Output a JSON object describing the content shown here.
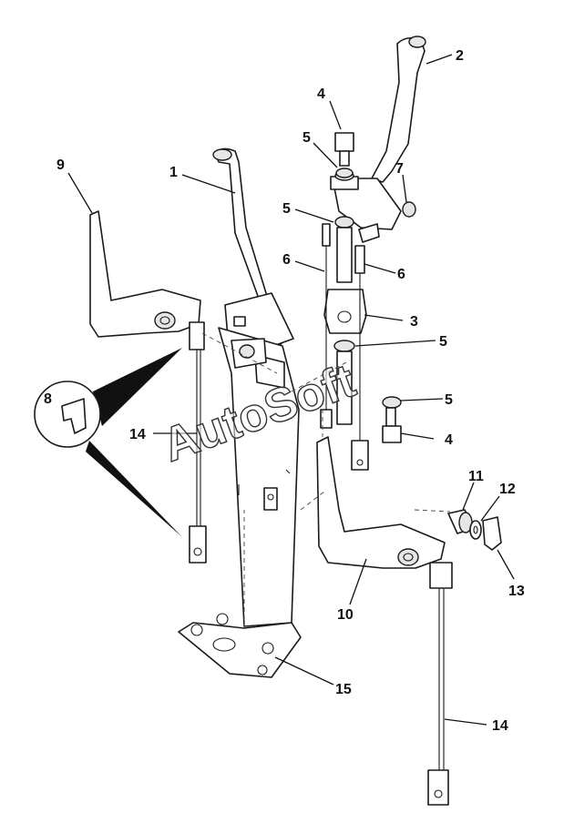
{
  "watermark": "AutoSoft",
  "callouts": {
    "c1": "1",
    "c2": "2",
    "c3": "3",
    "c4a": "4",
    "c4b": "4",
    "c5a": "5",
    "c5b": "5",
    "c5c": "5",
    "c5d": "5",
    "c6a": "6",
    "c6b": "6",
    "c7": "7",
    "c8": "8",
    "c9": "9",
    "c10": "10",
    "c11": "11",
    "c12": "12",
    "c13": "13",
    "c14a": "14",
    "c14b": "14",
    "c15": "15"
  }
}
